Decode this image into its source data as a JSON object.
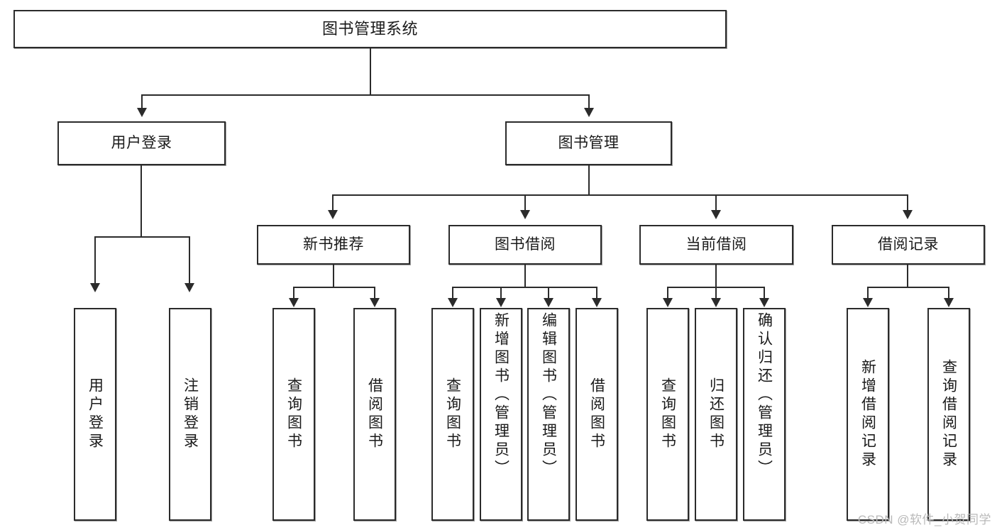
{
  "diagram": {
    "title": "图书管理系统",
    "type": "tree-hierarchy-chart",
    "watermark": "CSDN @软件_小贺同学",
    "root": {
      "label": "图书管理系统"
    },
    "level2": [
      {
        "label": "用户登录"
      },
      {
        "label": "图书管理"
      }
    ],
    "level3": [
      {
        "label": "新书推荐"
      },
      {
        "label": "图书借阅"
      },
      {
        "label": "当前借阅"
      },
      {
        "label": "借阅记录"
      }
    ],
    "leaves": {
      "user_login": [
        {
          "label": "用户登录"
        },
        {
          "label": "注销登录"
        }
      ],
      "new_book_recommend": [
        {
          "label": "查询图书"
        },
        {
          "label": "借阅图书"
        }
      ],
      "book_borrow": [
        {
          "label": "查询图书"
        },
        {
          "label": "新增图书（管理员）"
        },
        {
          "label": "编辑图书（管理员）"
        },
        {
          "label": "借阅图书"
        }
      ],
      "current_borrow": [
        {
          "label": "查询图书"
        },
        {
          "label": "归还图书"
        },
        {
          "label": "确认归还（管理员）"
        }
      ],
      "borrow_record": [
        {
          "label": "新增借阅记录"
        },
        {
          "label": "查询借阅记录"
        }
      ]
    },
    "colors": {
      "stroke": "#2b2b2b",
      "fill": "#ffffff",
      "text": "#1a1a1a",
      "watermark": "#b9b9b9"
    }
  }
}
